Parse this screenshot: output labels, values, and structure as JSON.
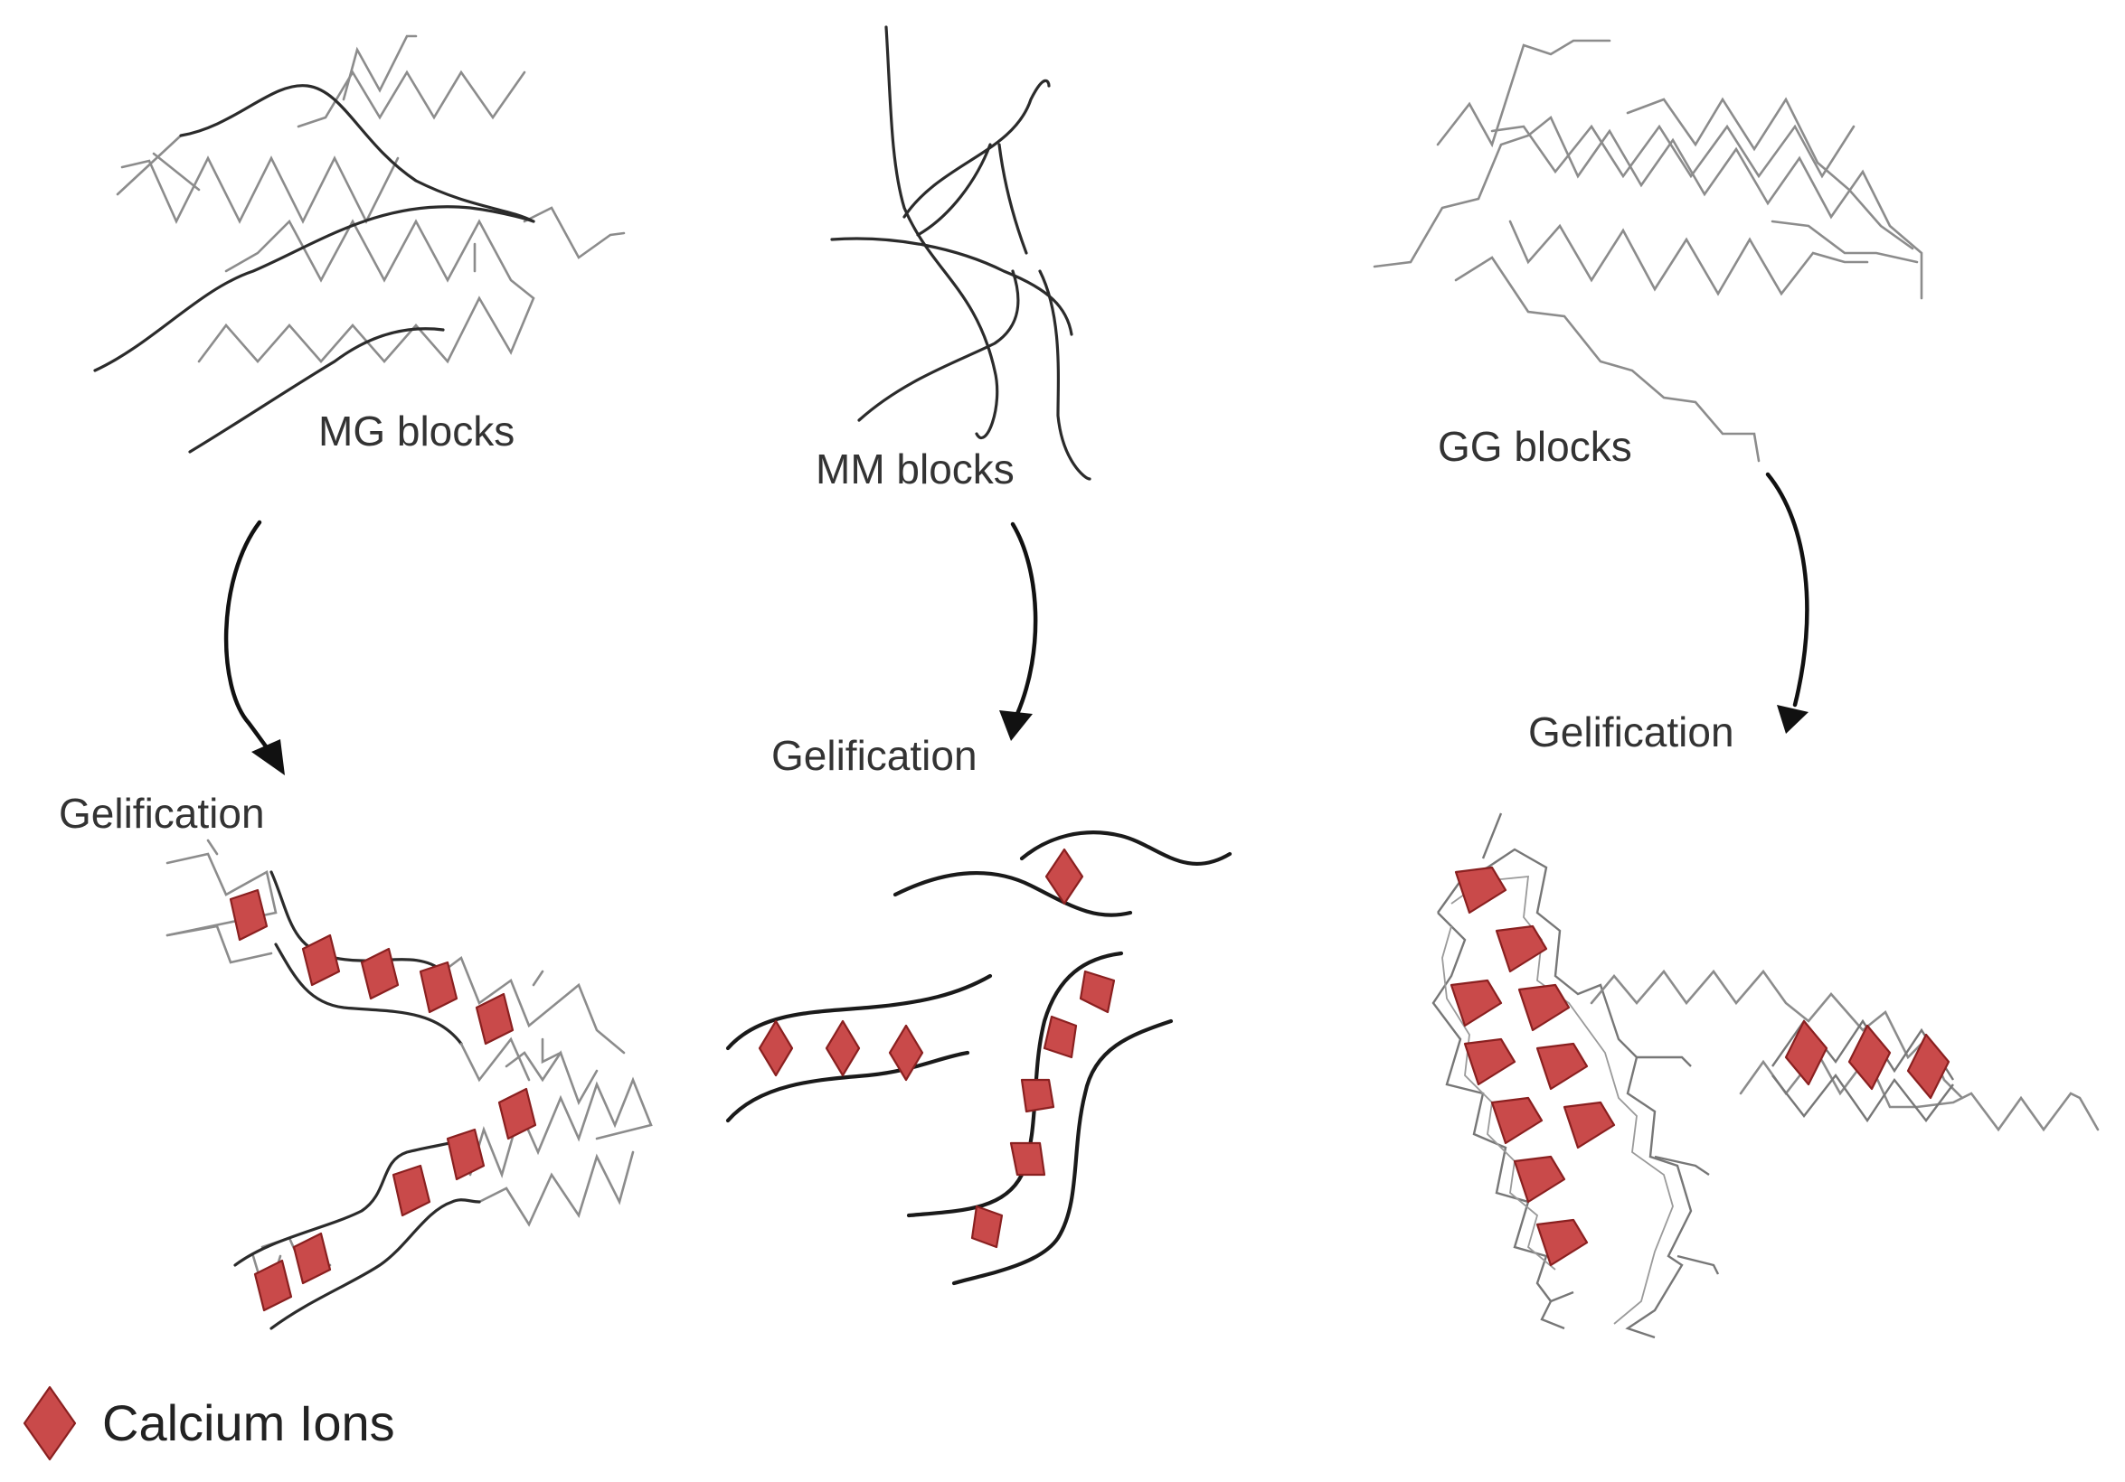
{
  "labels": {
    "mg_blocks": "MG blocks",
    "mm_blocks": "MM blocks",
    "gg_blocks": "GG blocks",
    "gelification_left": "Gelification",
    "gelification_center": "Gelification",
    "gelification_right": "Gelification"
  },
  "legend": {
    "label": "Calcium Ions",
    "icon": "red-diamond-icon"
  },
  "colors": {
    "ion_fill": "#c94a4a",
    "ion_stroke": "#8a2020",
    "chain": "#2b2b2b",
    "zigzag": "#8c8c8c"
  }
}
